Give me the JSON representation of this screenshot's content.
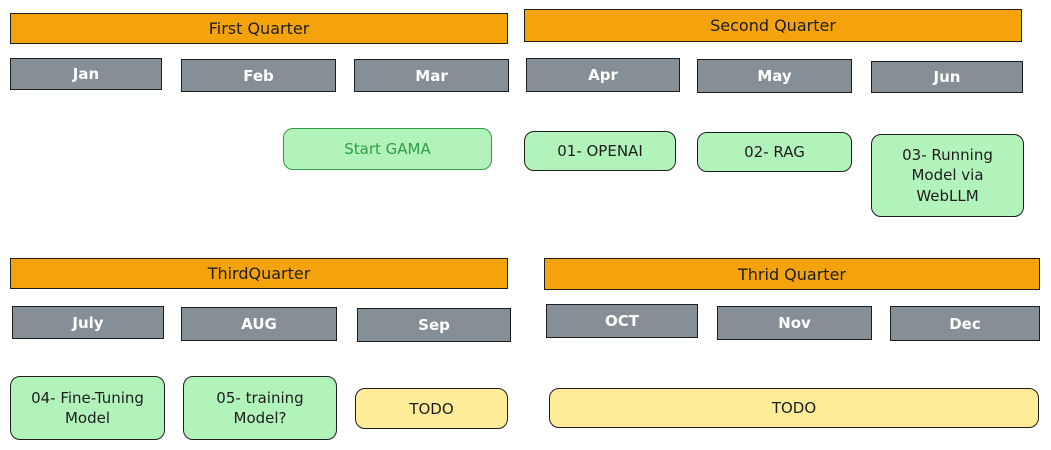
{
  "colors": {
    "quarter_fill": "#f5a30c",
    "month_fill": "#868e96",
    "task_fill": "#b2f2bb",
    "todo_fill": "#ffec99",
    "start_text": "#2f9e44"
  },
  "row1": {
    "q1": {
      "title": "First Quarter",
      "months": [
        "Jan",
        "Feb",
        "Mar"
      ]
    },
    "q2": {
      "title": "Second Quarter",
      "months": [
        "Apr",
        "May",
        "Jun"
      ]
    },
    "tasks": [
      "Start GAMA",
      "01- OPENAI",
      "02- RAG",
      "03- Running Model via WebLLM"
    ]
  },
  "row2": {
    "q3": {
      "title": "ThirdQuarter",
      "months": [
        "July",
        "AUG",
        "Sep"
      ]
    },
    "q4": {
      "title": "Thrid Quarter",
      "months": [
        "OCT",
        "Nov",
        "Dec"
      ]
    },
    "tasks": [
      "04- Fine-Tuning Model",
      "05- training Model?"
    ],
    "todos": [
      "TODO",
      "TODO"
    ]
  }
}
